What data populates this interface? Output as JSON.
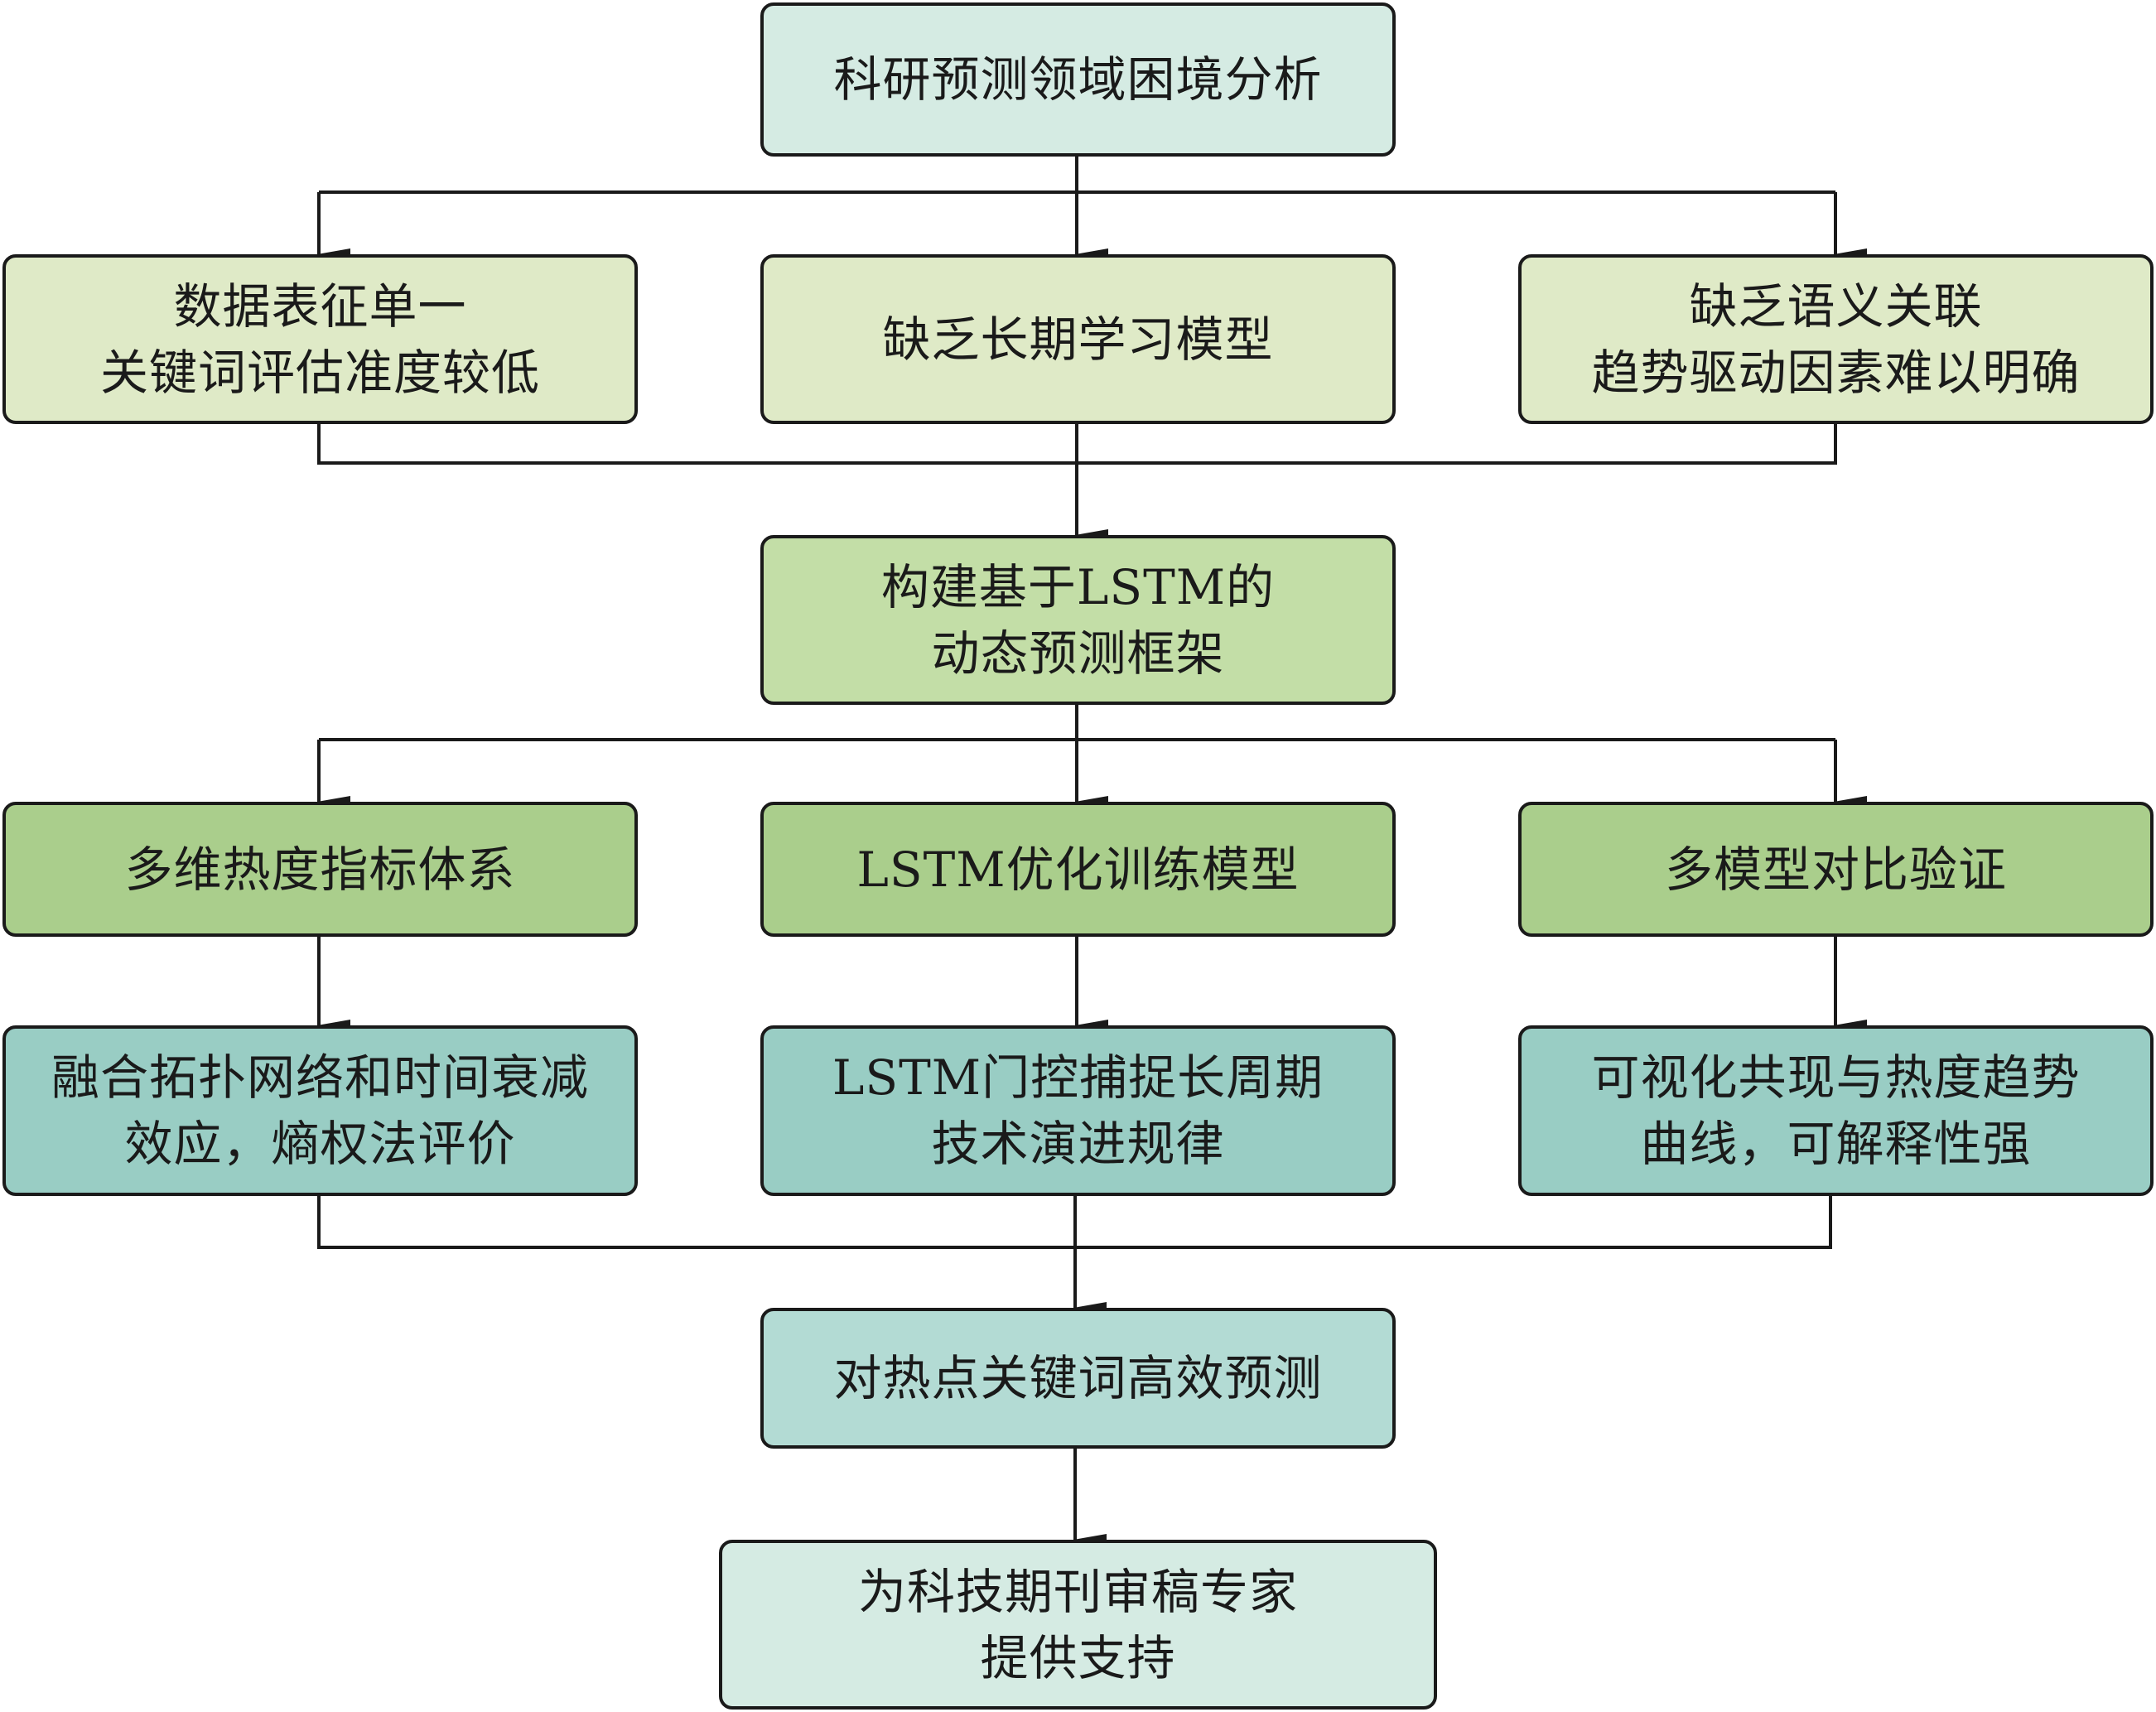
{
  "diagram": {
    "type": "flowchart",
    "colors": {
      "stroke": "#1a1a1a",
      "level_problem_root": "#d5ebe3",
      "level_problem_items": "#dfeac7",
      "level_framework": "#c3dea7",
      "level_methods": "#aace8c",
      "level_effects": "#99cdc4",
      "level_outcome": "#b3dbd4",
      "level_goal": "#d5ebe3"
    },
    "nodes": {
      "root": {
        "lines": [
          "科研预测领域困境分析"
        ]
      },
      "problems": [
        {
          "lines": [
            "数据表征单一",
            "关键词评估准度较低"
          ]
        },
        {
          "lines": [
            "缺乏长期学习模型"
          ]
        },
        {
          "lines": [
            "缺乏语义关联",
            "趋势驱动因素难以明确"
          ]
        }
      ],
      "framework": {
        "lines": [
          "构建基于LSTM的",
          "动态预测框架"
        ]
      },
      "methods": [
        {
          "lines": [
            "多维热度指标体系"
          ]
        },
        {
          "lines": [
            "LSTM优化训练模型"
          ]
        },
        {
          "lines": [
            "多模型对比验证"
          ]
        }
      ],
      "effects": [
        {
          "lines": [
            "融合拓扑网络和时间衰减",
            "效应，熵权法评价"
          ]
        },
        {
          "lines": [
            "LSTM门控捕捉长周期",
            "技术演进规律"
          ]
        },
        {
          "lines": [
            "可视化共现与热度趋势",
            "曲线，可解释性强"
          ]
        }
      ],
      "outcome": {
        "lines": [
          "对热点关键词高效预测"
        ]
      },
      "goal": {
        "lines": [
          "为科技期刊审稿专家",
          "提供支持"
        ]
      }
    },
    "edges": [
      {
        "from": "root",
        "to": "problems.0"
      },
      {
        "from": "root",
        "to": "problems.1"
      },
      {
        "from": "root",
        "to": "problems.2"
      },
      {
        "from": "problems.0",
        "to": "framework"
      },
      {
        "from": "problems.1",
        "to": "framework"
      },
      {
        "from": "problems.2",
        "to": "framework"
      },
      {
        "from": "framework",
        "to": "methods.0"
      },
      {
        "from": "framework",
        "to": "methods.1"
      },
      {
        "from": "framework",
        "to": "methods.2"
      },
      {
        "from": "methods.0",
        "to": "effects.0"
      },
      {
        "from": "methods.1",
        "to": "effects.1"
      },
      {
        "from": "methods.2",
        "to": "effects.2"
      },
      {
        "from": "effects.0",
        "to": "outcome"
      },
      {
        "from": "effects.1",
        "to": "outcome"
      },
      {
        "from": "effects.2",
        "to": "outcome"
      },
      {
        "from": "outcome",
        "to": "goal"
      }
    ]
  }
}
